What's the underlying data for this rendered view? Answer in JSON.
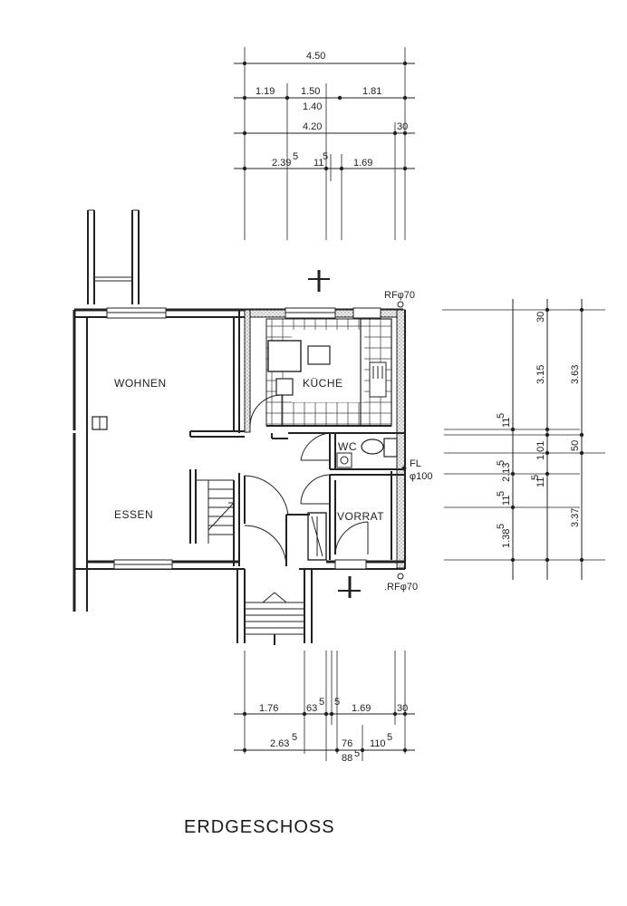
{
  "title": "ERDGESCHOSS",
  "rooms": {
    "wohnen": "WOHNEN",
    "essen": "ESSEN",
    "kueche": "KÜCHE",
    "wc": "WC",
    "vorrat": "VORRAT"
  },
  "notes": {
    "rf_top": "RFφ70",
    "rf_bottom": ".RFφ70",
    "fl": "FL",
    "fl_diameter": "φ100"
  },
  "dims_top": {
    "overall": "4.50",
    "d1": "1.19",
    "d2": "1.50",
    "d3": "1.81",
    "d4": "1.40",
    "d5": "4.20",
    "d6": "30",
    "d7": "2.39",
    "d7_sup": "5",
    "d8": "11",
    "d8_sup": "5",
    "d9": "1.69"
  },
  "dims_bottom": {
    "b1": "1.76",
    "b2": "63",
    "b2_sup": "5",
    "b3": "5",
    "b4": "1.69",
    "b5": "30",
    "c1": "2.63",
    "c1_sup": "5",
    "c2": "76",
    "c3": "110",
    "c3_sup": "5",
    "c4": "88",
    "c4_sup": "5"
  },
  "dims_right": {
    "r1": "30",
    "r2": "3.15",
    "r3": "3.63",
    "r4": "11",
    "r4_sup": "5",
    "r5": "50",
    "r6": "1.01",
    "r7": "2.13",
    "r7_sup": "5",
    "r8": "11",
    "r8_sup": "5",
    "r9": "11",
    "r9_sup": "5",
    "r10": "3.37",
    "r11": "1.38",
    "r11_sup": "5"
  }
}
